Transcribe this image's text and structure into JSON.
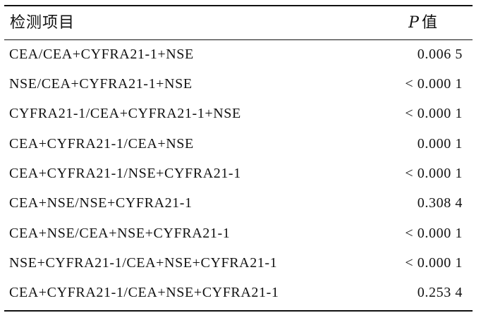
{
  "table": {
    "header": {
      "item": "检测项目",
      "p_letter": "P",
      "p_suffix": "值"
    },
    "rows": [
      {
        "item": "CEA/CEA+CYFRA21-1+NSE",
        "p": "0.006 5"
      },
      {
        "item": "NSE/CEA+CYFRA21-1+NSE",
        "p": "< 0.000 1"
      },
      {
        "item": "CYFRA21-1/CEA+CYFRA21-1+NSE",
        "p": "< 0.000 1"
      },
      {
        "item": "CEA+CYFRA21-1/CEA+NSE",
        "p": "0.000 1"
      },
      {
        "item": "CEA+CYFRA21-1/NSE+CYFRA21-1",
        "p": "< 0.000 1"
      },
      {
        "item": "CEA+NSE/NSE+CYFRA21-1",
        "p": "0.308 4"
      },
      {
        "item": "CEA+NSE/CEA+NSE+CYFRA21-1",
        "p": "< 0.000 1"
      },
      {
        "item": "NSE+CYFRA21-1/CEA+NSE+CYFRA21-1",
        "p": "< 0.000 1"
      },
      {
        "item": "CEA+CYFRA21-1/CEA+NSE+CYFRA21-1",
        "p": "0.253 4"
      }
    ]
  }
}
